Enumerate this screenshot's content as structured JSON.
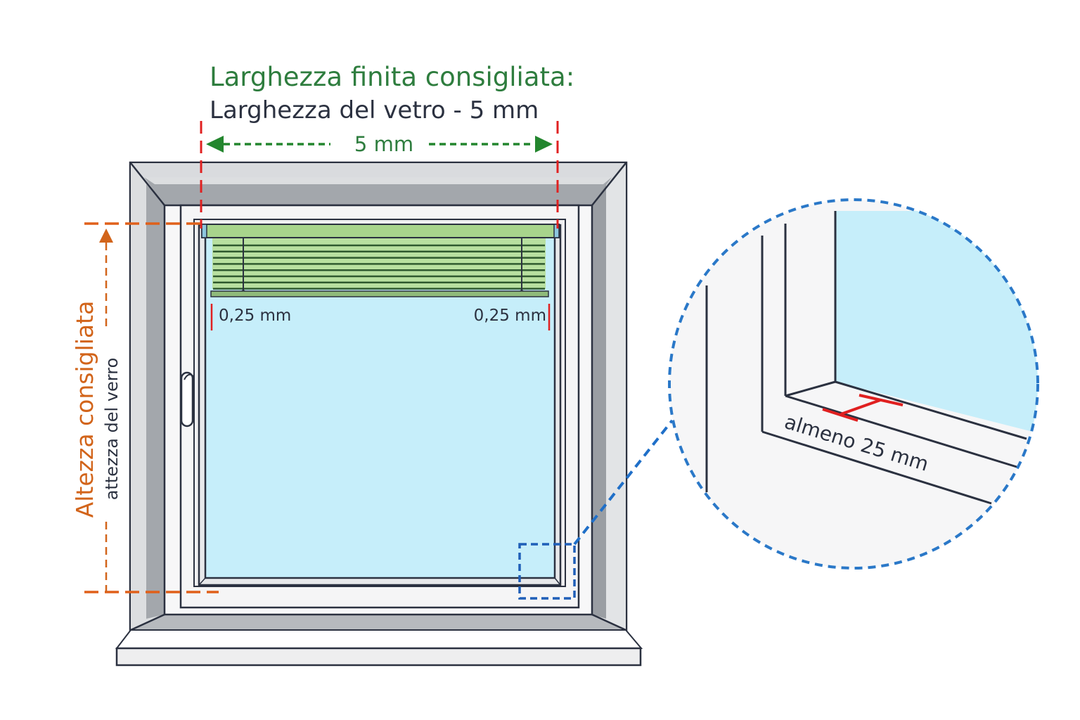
{
  "title": {
    "line1": "Larghezza finita consigliata:",
    "line2": "Larghezza del vetro - 5 mm"
  },
  "width_dimension": {
    "label": "5 mm"
  },
  "blind_margins": {
    "left_label": "0,25 mm",
    "right_label": "0,25 mm"
  },
  "height_dimension": {
    "primary_label": "Altezza consigliata",
    "secondary_label": "attezza del verro"
  },
  "detail_callout": {
    "label": "almeno 25 mm"
  },
  "colors": {
    "title_green": "#2e7d3e",
    "text_dark": "#2b3140",
    "height_orange": "#d2641a",
    "guide_red": "#e02020",
    "arrow_green": "#23862e",
    "callout_blue": "#2a78c8",
    "glass_blue": "#c6eefa",
    "blind_green": "#a8d48c",
    "frame_gray": "#a3a7ac"
  }
}
